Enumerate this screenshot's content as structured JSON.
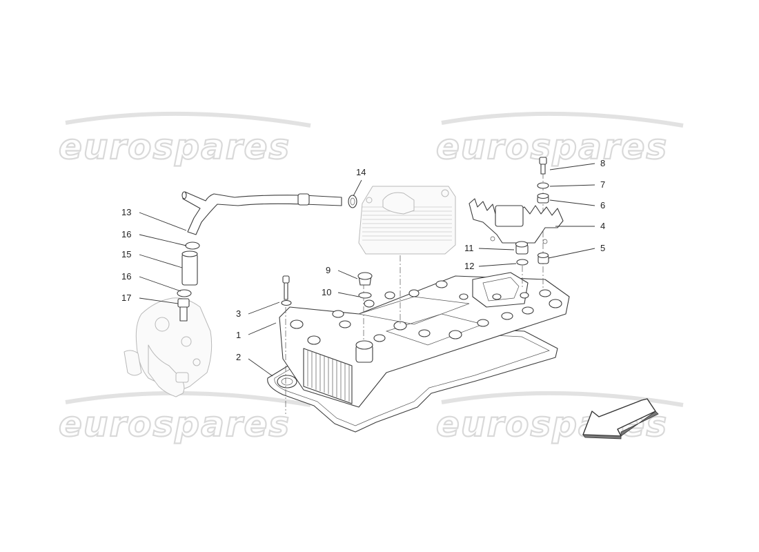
{
  "watermarks": [
    {
      "text": "eurospares"
    },
    {
      "text": "eurospares"
    },
    {
      "text": "eurospares"
    },
    {
      "text": "eurospares"
    }
  ],
  "callouts": [
    {
      "label": "1"
    },
    {
      "label": "2"
    },
    {
      "label": "3"
    },
    {
      "label": "4"
    },
    {
      "label": "5"
    },
    {
      "label": "6"
    },
    {
      "label": "7"
    },
    {
      "label": "8"
    },
    {
      "label": "9"
    },
    {
      "label": "10"
    },
    {
      "label": "11"
    },
    {
      "label": "12"
    },
    {
      "label": "13"
    },
    {
      "label": "14"
    },
    {
      "label": "15"
    },
    {
      "label": "16"
    },
    {
      "label": "16"
    },
    {
      "label": "17"
    }
  ],
  "direction_arrow": {
    "icon": "direction-arrow-icon"
  }
}
